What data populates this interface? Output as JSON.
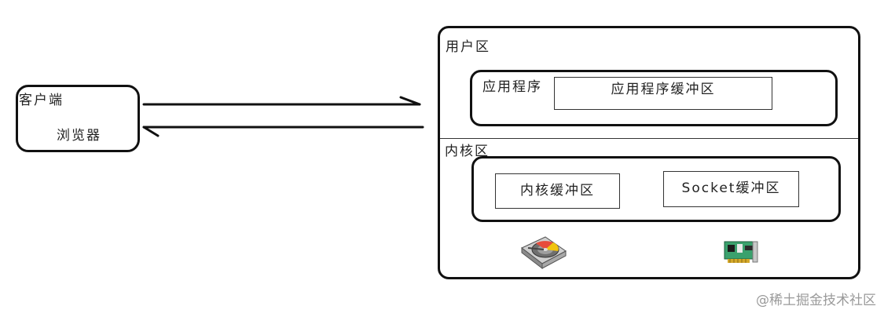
{
  "client": {
    "title": "客户端",
    "browser": "浏览器"
  },
  "server": {
    "user_space": "用户区",
    "app_program": "应用程序",
    "app_buffer": "应用程序缓冲区",
    "kernel_space": "内核区",
    "kernel_buffer": "内核缓冲区",
    "socket_buffer": "Socket缓冲区"
  },
  "icons": {
    "disk": "hard-disk-icon",
    "network": "network-card-icon"
  },
  "watermark": "@稀土掘金技术社区"
}
